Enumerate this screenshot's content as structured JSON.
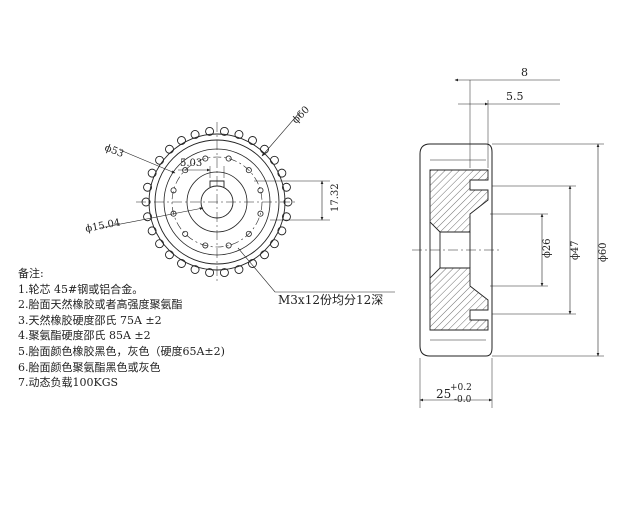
{
  "front_view": {
    "dim_outer": "ϕ60",
    "dim_pitch": "ϕ53",
    "dim_hole": "ϕ15.04",
    "dim_key": "5.03",
    "dim_height": "17.32",
    "callout": "M3x12份均分12深"
  },
  "side_view": {
    "dim_8": "8",
    "dim_5_5": "5.5",
    "dim_26": "ϕ26",
    "dim_47": "ϕ47",
    "dim_60": "ϕ60",
    "dim_width": "25",
    "tol_upper": "+0.2",
    "tol_lower": "-0.0"
  },
  "notes": {
    "title": "备注:",
    "items": [
      "1.轮芯 45#钢或铝合金。",
      "2.胎面天然橡胶或者高强度聚氨酯",
      "3.天然橡胶硬度邵氏 75A ±2",
      "4.聚氨酯硬度邵氏 85A ±2",
      "5.胎面颜色橡胶黑色，灰色（硬度65A±2)",
      "6.胎面颜色聚氨酯黑色或灰色",
      "7.动态负载100KGS"
    ]
  }
}
